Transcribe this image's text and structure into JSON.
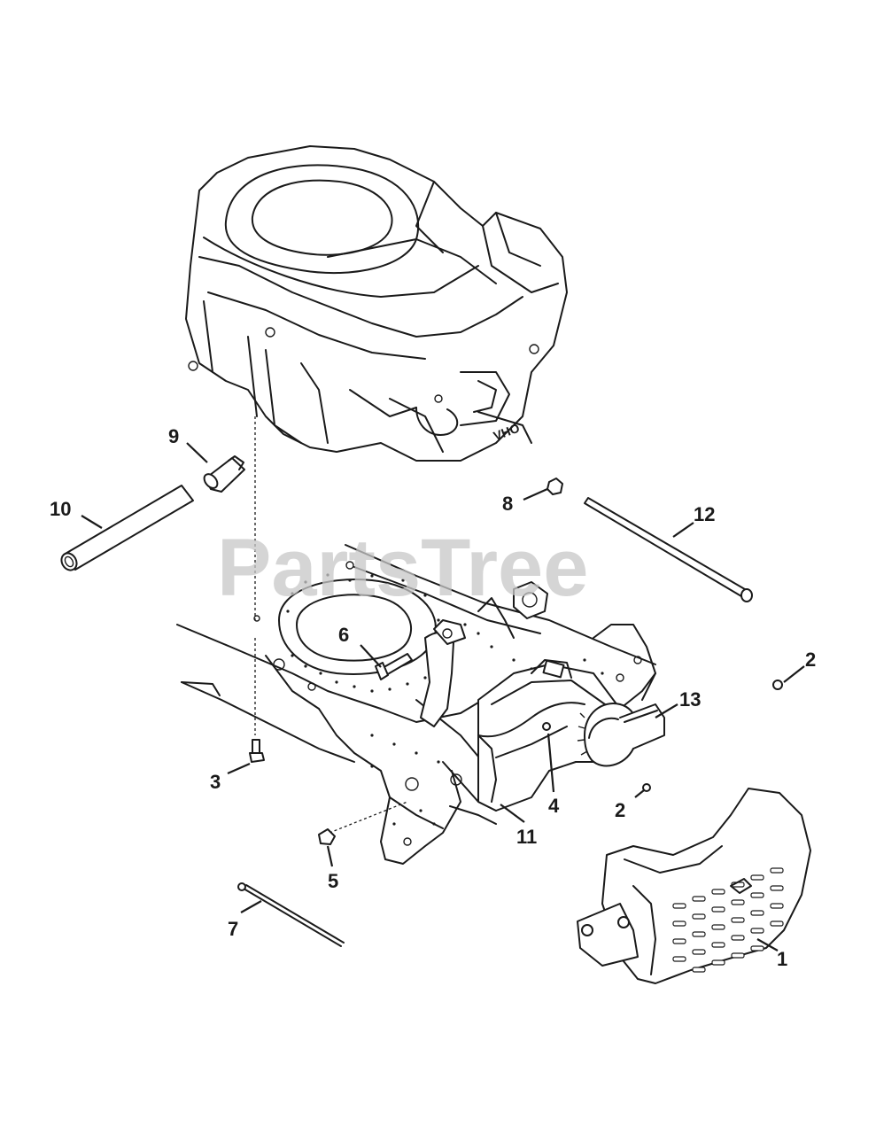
{
  "watermark": "PartsTree",
  "engine_brand_text": "OHV",
  "callouts": [
    {
      "id": "c1",
      "label": "1"
    },
    {
      "id": "c2a",
      "label": "2"
    },
    {
      "id": "c2b",
      "label": "2"
    },
    {
      "id": "c3",
      "label": "3"
    },
    {
      "id": "c4",
      "label": "4"
    },
    {
      "id": "c5",
      "label": "5"
    },
    {
      "id": "c6",
      "label": "6"
    },
    {
      "id": "c7",
      "label": "7"
    },
    {
      "id": "c8",
      "label": "8"
    },
    {
      "id": "c9",
      "label": "9"
    },
    {
      "id": "c10",
      "label": "10"
    },
    {
      "id": "c11",
      "label": "11"
    },
    {
      "id": "c12",
      "label": "12"
    },
    {
      "id": "c13",
      "label": "13"
    }
  ]
}
